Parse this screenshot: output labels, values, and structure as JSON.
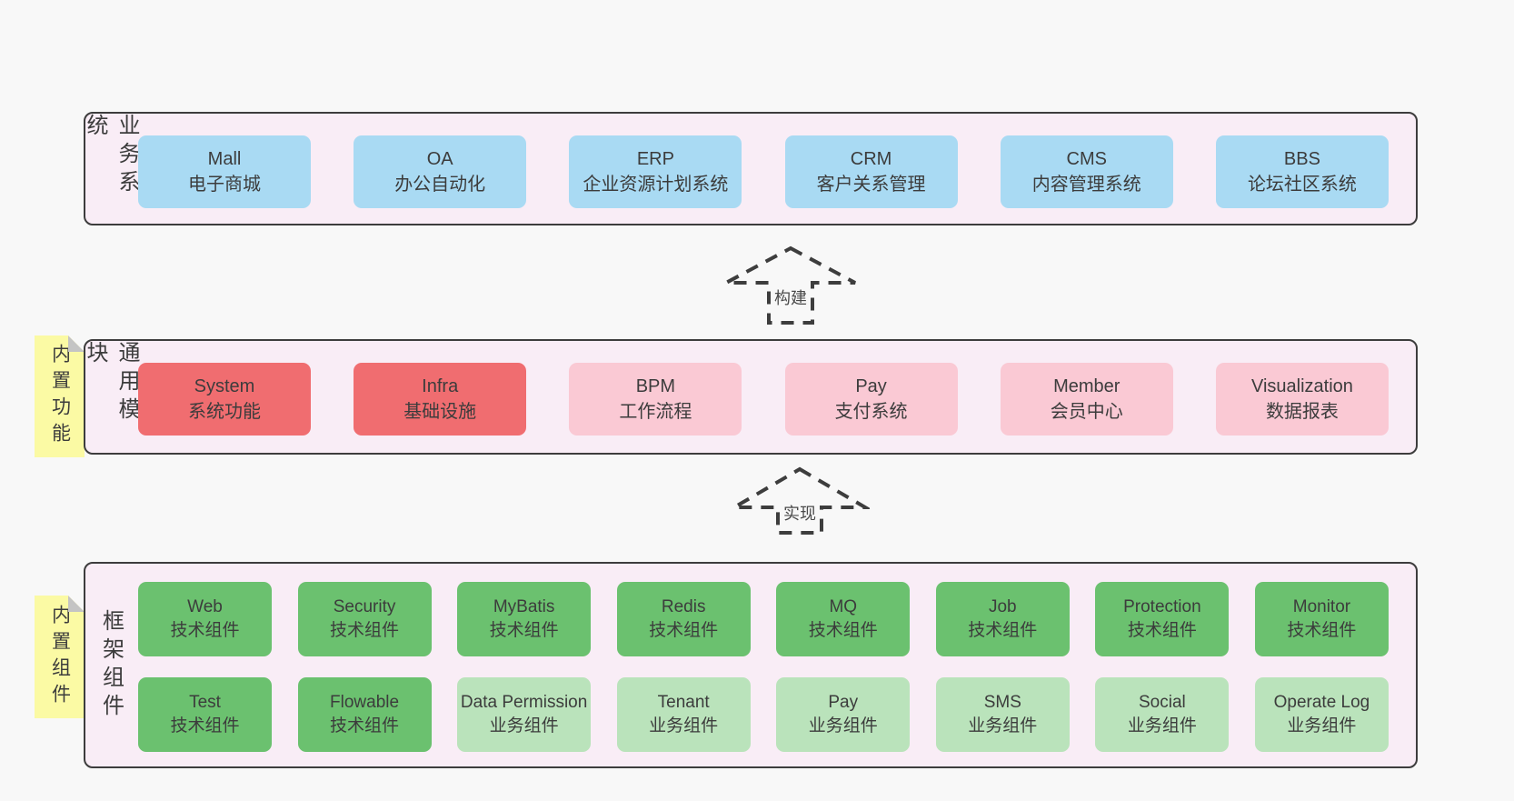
{
  "colors": {
    "page_bg": "#f8f8f8",
    "band_bg": "#f9edf6",
    "band_border": "#3d3d3d",
    "text": "#3c3c3c",
    "blue": "#a9daf3",
    "red": "#f06d70",
    "pink": "#fac9d4",
    "green": "#6bc16f",
    "green_light": "#bae3bb",
    "sticky_yellow": "#fbfaa4",
    "sticky_fold": "#c4c4c4"
  },
  "arrows": [
    {
      "label": "构建"
    },
    {
      "label": "实现"
    }
  ],
  "bands": [
    {
      "label": "业务系统",
      "boxes": [
        {
          "title": "Mall",
          "subtitle": "电子商城",
          "color": "blue"
        },
        {
          "title": "OA",
          "subtitle": "办公自动化",
          "color": "blue"
        },
        {
          "title": "ERP",
          "subtitle": "企业资源计划系统",
          "color": "blue"
        },
        {
          "title": "CRM",
          "subtitle": "客户关系管理",
          "color": "blue"
        },
        {
          "title": "CMS",
          "subtitle": "内容管理系统",
          "color": "blue"
        },
        {
          "title": "BBS",
          "subtitle": "论坛社区系统",
          "color": "blue"
        }
      ]
    },
    {
      "label": "通用模块",
      "sticky": "内置功能",
      "boxes": [
        {
          "title": "System",
          "subtitle": "系统功能",
          "color": "red"
        },
        {
          "title": "Infra",
          "subtitle": "基础设施",
          "color": "red"
        },
        {
          "title": "BPM",
          "subtitle": "工作流程",
          "color": "pink"
        },
        {
          "title": "Pay",
          "subtitle": "支付系统",
          "color": "pink"
        },
        {
          "title": "Member",
          "subtitle": "会员中心",
          "color": "pink"
        },
        {
          "title": "Visualization",
          "subtitle": "数据报表",
          "color": "pink"
        }
      ]
    },
    {
      "label": "框架组件",
      "sticky": "内置组件",
      "rows": [
        [
          {
            "title": "Web",
            "subtitle": "技术组件",
            "color": "green"
          },
          {
            "title": "Security",
            "subtitle": "技术组件",
            "color": "green"
          },
          {
            "title": "MyBatis",
            "subtitle": "技术组件",
            "color": "green"
          },
          {
            "title": "Redis",
            "subtitle": "技术组件",
            "color": "green"
          },
          {
            "title": "MQ",
            "subtitle": "技术组件",
            "color": "green"
          },
          {
            "title": "Job",
            "subtitle": "技术组件",
            "color": "green"
          },
          {
            "title": "Protection",
            "subtitle": "技术组件",
            "color": "green"
          },
          {
            "title": "Monitor",
            "subtitle": "技术组件",
            "color": "green"
          }
        ],
        [
          {
            "title": "Test",
            "subtitle": "技术组件",
            "color": "green"
          },
          {
            "title": "Flowable",
            "subtitle": "技术组件",
            "color": "green"
          },
          {
            "title": "Data Permission",
            "subtitle": "业务组件",
            "color": "green_light"
          },
          {
            "title": "Tenant",
            "subtitle": "业务组件",
            "color": "green_light"
          },
          {
            "title": "Pay",
            "subtitle": "业务组件",
            "color": "green_light"
          },
          {
            "title": "SMS",
            "subtitle": "业务组件",
            "color": "green_light"
          },
          {
            "title": "Social",
            "subtitle": "业务组件",
            "color": "green_light"
          },
          {
            "title": "Operate Log",
            "subtitle": "业务组件",
            "color": "green_light"
          }
        ]
      ]
    }
  ]
}
